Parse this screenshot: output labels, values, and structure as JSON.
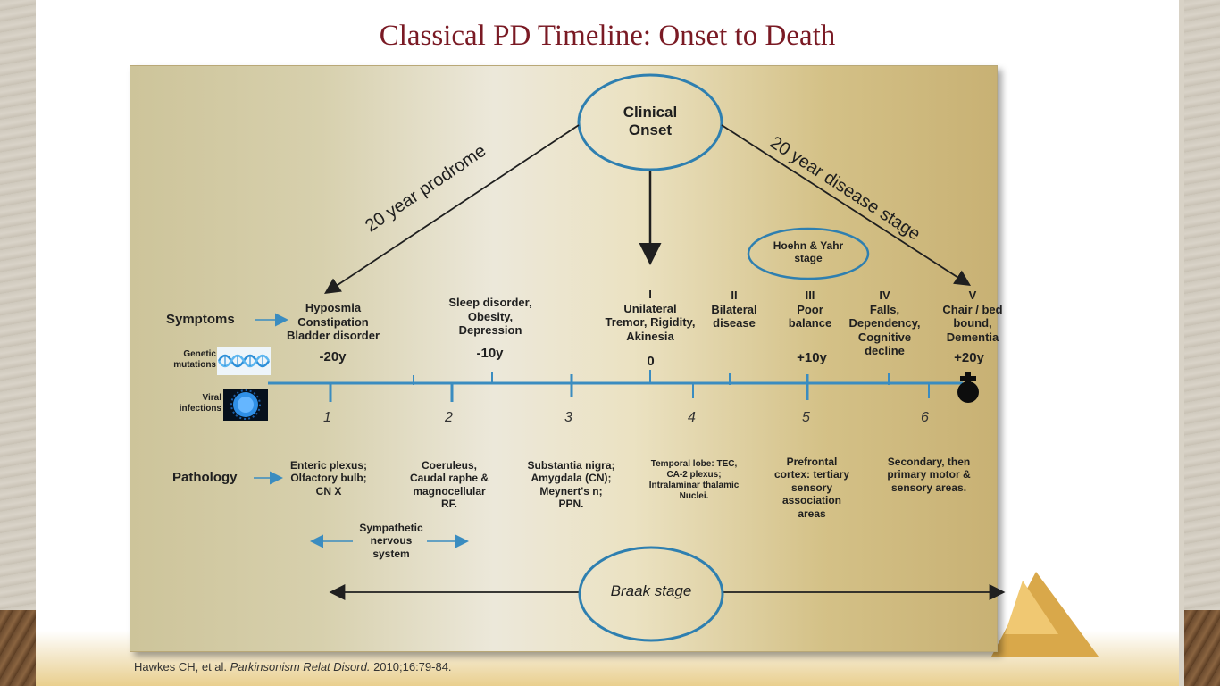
{
  "title": "Classical PD Timeline: Onset to Death",
  "clinical_onset": "Clinical\nOnset",
  "prodrome_label": "20 year prodrome",
  "disease_stage_label": "20 year disease stage",
  "hoehn_yahr": "Hoehn & Yahr\nstage",
  "braak": "Braak stage",
  "rows": {
    "symptoms": "Symptoms",
    "genetic": "Genetic\nmutations",
    "viral": "Viral\ninfections",
    "pathology": "Pathology"
  },
  "symptoms": [
    {
      "text": "Hyposmia\nConstipation\nBladder disorder",
      "time": "-20y"
    },
    {
      "text": "Sleep disorder,\nObesity,\nDepression",
      "time": "-10y"
    },
    {
      "text": "I\nUnilateral\nTremor, Rigidity,\nAkinesia",
      "time": "0"
    },
    {
      "text": "II\nBilateral\ndisease",
      "time": ""
    },
    {
      "text": "III\nPoor\nbalance",
      "time": "+10y"
    },
    {
      "text": "IV\nFalls,\nDependency,\nCognitive\ndecline",
      "time": ""
    },
    {
      "text": "V\nChair / bed\nbound,\nDementia",
      "time": "+20y"
    }
  ],
  "braak_stages": [
    "1",
    "2",
    "3",
    "4",
    "5",
    "6"
  ],
  "pathology": [
    "Enteric plexus;\nOlfactory bulb;\nCN X",
    "Coeruleus,\nCaudal raphe &\nmagnocellular\nRF.",
    "Substantia nigra;\nAmygdala (CN);\nMeynert's n;\nPPN.",
    "Temporal lobe: TEC,\nCA-2 plexus;\nIntralaminar thalamic\nNuclei.",
    "Prefrontal\ncortex: tertiary\nsensory\nassociation\nareas",
    "Secondary, then\nprimary motor &\nsensory areas."
  ],
  "sympathetic": "Sympathetic\nnervous\nsystem",
  "citation": {
    "authors": "Hawkes CH, et al.",
    "journal": "Parkinsonism Relat Disord.",
    "details": "2010;16:79-84."
  },
  "colors": {
    "title": "#7a1a24",
    "timeline": "#3a8cc0",
    "ellipse": "#2e7fb0",
    "arrow": "#1f1f1f"
  },
  "icons": [
    "dna-helix-icon",
    "virus-icon",
    "death-cross-icon"
  ]
}
